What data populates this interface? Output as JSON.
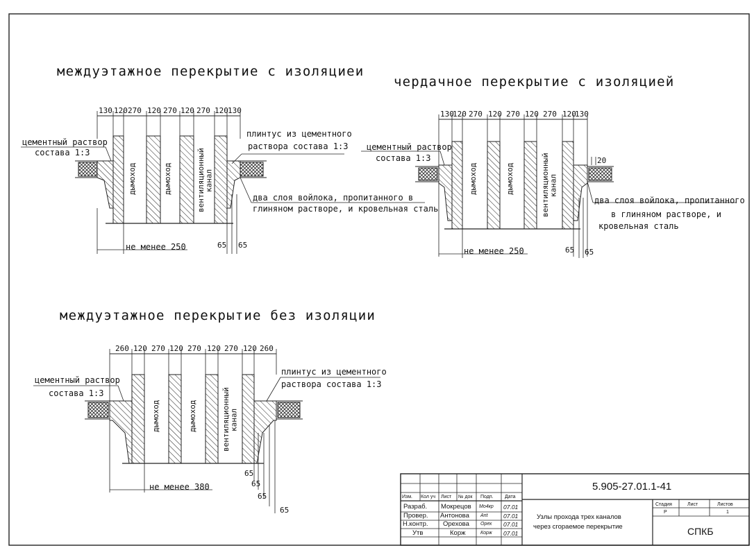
{
  "sections": {
    "s1": {
      "title": "междуэтажное перекрытие с изоляциеи",
      "dims": [
        "130",
        "120",
        "270",
        "120",
        "270",
        "120",
        "270",
        "120",
        "130"
      ],
      "note_left_1": "цементный раствор",
      "note_left_2": "состава 1:3",
      "note_right_1": "плинтус из цементного",
      "note_right_2": "раствора состава 1:3",
      "note_felt_1": "два слоя войлока, пропитанного в",
      "note_felt_2": "глиняном растворе, и кровельная сталь",
      "channels": [
        "дымоход",
        "дымоход",
        "вентиляционный канал"
      ],
      "min_label": "не менее 250",
      "dim_65a": "65",
      "dim_65b": "65"
    },
    "s2": {
      "title": "чердачное перекрытие с изоляцией",
      "dims": [
        "130",
        "120",
        "270",
        "120",
        "270",
        "120",
        "270",
        "120",
        "130"
      ],
      "note_left_1": "цементный раствор",
      "note_left_2": "состава 1:3",
      "dim_20": "20",
      "note_felt_1": "два слоя войлока, пропитанного",
      "note_felt_2": "в глиняном растворе, и",
      "note_felt_3": "кровельная сталь",
      "channels": [
        "дымоход",
        "дымоход",
        "вентиляционный канал"
      ],
      "min_label": "не менее 250",
      "dim_65a": "65",
      "dim_65b": "65"
    },
    "s3": {
      "title": "междуэтажное перекрытие без изоляции",
      "dims": [
        "260",
        "120",
        "270",
        "120",
        "270",
        "120",
        "270",
        "120",
        "260"
      ],
      "note_left_1": "цементный раствор",
      "note_left_2": "состава 1:3",
      "note_right_1": "плинтус из цементного",
      "note_right_2": "раствора состава 1:3",
      "channels": [
        "дымоход",
        "дымоход",
        "вентиляционный канал"
      ],
      "min_label": "не менее 380",
      "dims_65": [
        "65",
        "65",
        "65",
        "65"
      ]
    }
  },
  "titleblock": {
    "doc_code": "5.905-27.01.1-41",
    "headers": [
      "Изм.",
      "Кол уч",
      "Лист",
      "№ док",
      "Подп.",
      "Дата"
    ],
    "rows": [
      {
        "role": "Разраб.",
        "name": "Мокрецов",
        "sign": "Мо4кр",
        "date": "07.01"
      },
      {
        "role": "Провер.",
        "name": "Антонова",
        "sign": "Ant",
        "date": "07.01"
      },
      {
        "role": "Н.контр.",
        "name": "Орехова",
        "sign": "Орех",
        "date": "07.01"
      },
      {
        "role": "Утв",
        "name": "Корж",
        "sign": "Корж",
        "date": "07.01"
      }
    ],
    "description_1": "Узлы прохода трех каналов",
    "description_2": "через сгораемое перекрытие",
    "stage_label": "Стадия",
    "sheet_label": "Лист",
    "sheets_label": "Листов",
    "stage_value": "Р",
    "sheet_value": "",
    "sheets_value": "1",
    "org": "СПКБ"
  }
}
